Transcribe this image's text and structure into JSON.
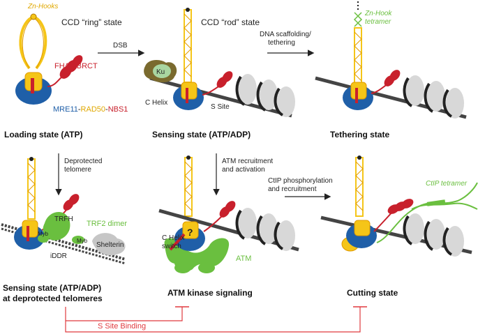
{
  "labels": {
    "zn_hooks": "Zn-Hooks",
    "ring_state": "CCD “ring” state",
    "rod_state": "CCD “rod” state",
    "zn_hook_tetramer_1": "Zn-Hook",
    "zn_hook_tetramer_2": "tetramer",
    "fha_2brct": "FHA-2BRCT",
    "mre11": "MRE11",
    "dash1": "-",
    "rad50": "RAD50",
    "dash2": "-",
    "nbs1": "NBS1",
    "ku": "Ku",
    "c_helix": "C Helix",
    "s_site": "S Site",
    "dsb": "DSB",
    "dna_scaffold_1": "DNA scaffolding/",
    "dna_scaffold_2": "tethering",
    "loading_state": "Loading state (ATP)",
    "sensing_state": "Sensing state (ATP/ADP)",
    "tethering_state": "Tethering state",
    "deprotected_1": "Deprotected",
    "deprotected_2": "telomere",
    "atm_recruit_1": "ATM recruitment",
    "atm_recruit_2": "and activation",
    "ctip_phos_1": "CtIP phosphorylation",
    "ctip_phos_2": "and recruitment",
    "ctip_tetramer": "CtIP tetramer",
    "trfh": "TRFH",
    "trf2_dimer": "TRF2 dimer",
    "myb_1": "Myb",
    "myb_2": "Myb",
    "shelterin": "Shelterin",
    "iddr": "iDDR",
    "c_helix_switch_1": "C Helix",
    "c_helix_switch_2": "switch",
    "question": "?",
    "atm": "ATM",
    "sensing_telo_1": "Sensing state (ATP/ADP)",
    "sensing_telo_2": "at deprotected telomeres",
    "atm_kinase": "ATM kinase signaling",
    "cutting_state": "Cutting state",
    "s_site_binding": "S Site Binding"
  },
  "colors": {
    "rad50_yellow": "#f5c518",
    "rad50_outline": "#e09a00",
    "mre11_blue": "#1f5fa8",
    "nbs1_red": "#c8202c",
    "trf2_green": "#6abf3f",
    "ku_olive": "#7a6a2e",
    "ku_light": "#a9d6a1",
    "nucleosome_gray": "#d8d8d8",
    "dna_dark": "#222222",
    "inhibit_red": "#e0393e"
  }
}
